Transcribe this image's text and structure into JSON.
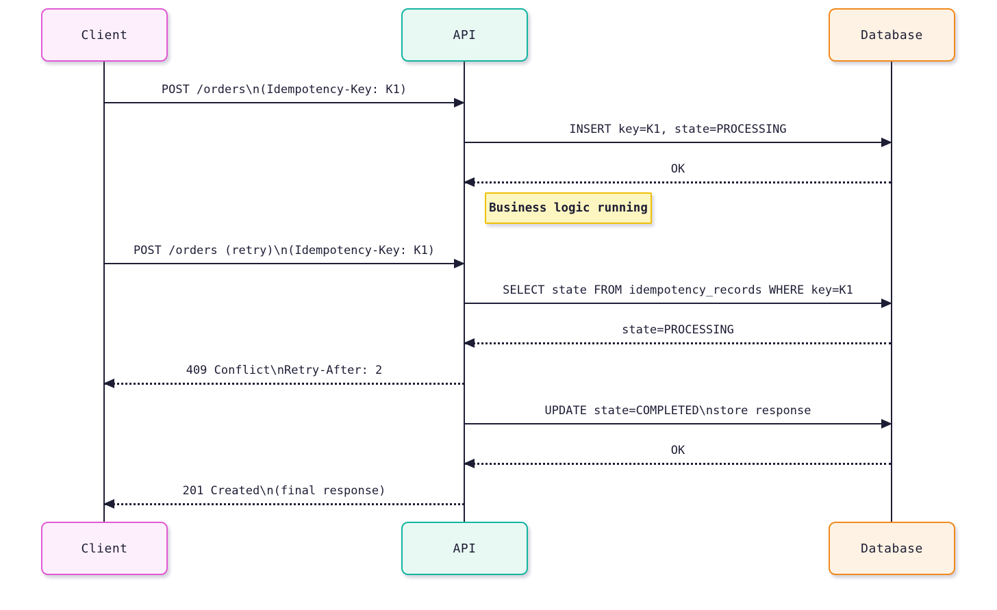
{
  "diagram": {
    "type": "sequence",
    "background": "#ffffff",
    "line_color": "#1d1d35"
  },
  "actors": [
    {
      "id": "client",
      "label": "Client",
      "border": "#e05ad5",
      "fill": "#fdf0fc"
    },
    {
      "id": "api",
      "label": "API",
      "border": "#12b5a0",
      "fill": "#e8f8f3"
    },
    {
      "id": "database",
      "label": "Database",
      "border": "#f28a1f",
      "fill": "#fdf2e3"
    }
  ],
  "messages": [
    {
      "from": "client",
      "to": "api",
      "style": "solid",
      "label": "POST /orders\\n(Idempotency-Key: K1)"
    },
    {
      "from": "api",
      "to": "database",
      "style": "solid",
      "label": "INSERT key=K1, state=PROCESSING"
    },
    {
      "from": "database",
      "to": "api",
      "style": "dotted",
      "label": "OK"
    },
    {
      "from": "client",
      "to": "api",
      "style": "solid",
      "label": "POST /orders (retry)\\n(Idempotency-Key: K1)"
    },
    {
      "from": "api",
      "to": "database",
      "style": "solid",
      "label": "SELECT state FROM idempotency_records WHERE key=K1"
    },
    {
      "from": "database",
      "to": "api",
      "style": "dotted",
      "label": "state=PROCESSING"
    },
    {
      "from": "api",
      "to": "client",
      "style": "dotted",
      "label": "409 Conflict\\nRetry-After: 2"
    },
    {
      "from": "api",
      "to": "database",
      "style": "solid",
      "label": "UPDATE state=COMPLETED\\nstore response"
    },
    {
      "from": "database",
      "to": "api",
      "style": "dotted",
      "label": "OK"
    },
    {
      "from": "api",
      "to": "client",
      "style": "dotted",
      "label": "201 Created\\n(final response)"
    }
  ],
  "note": {
    "over": "api",
    "label": "Business logic running",
    "border": "#efc106",
    "fill": "#fdf6c0"
  }
}
